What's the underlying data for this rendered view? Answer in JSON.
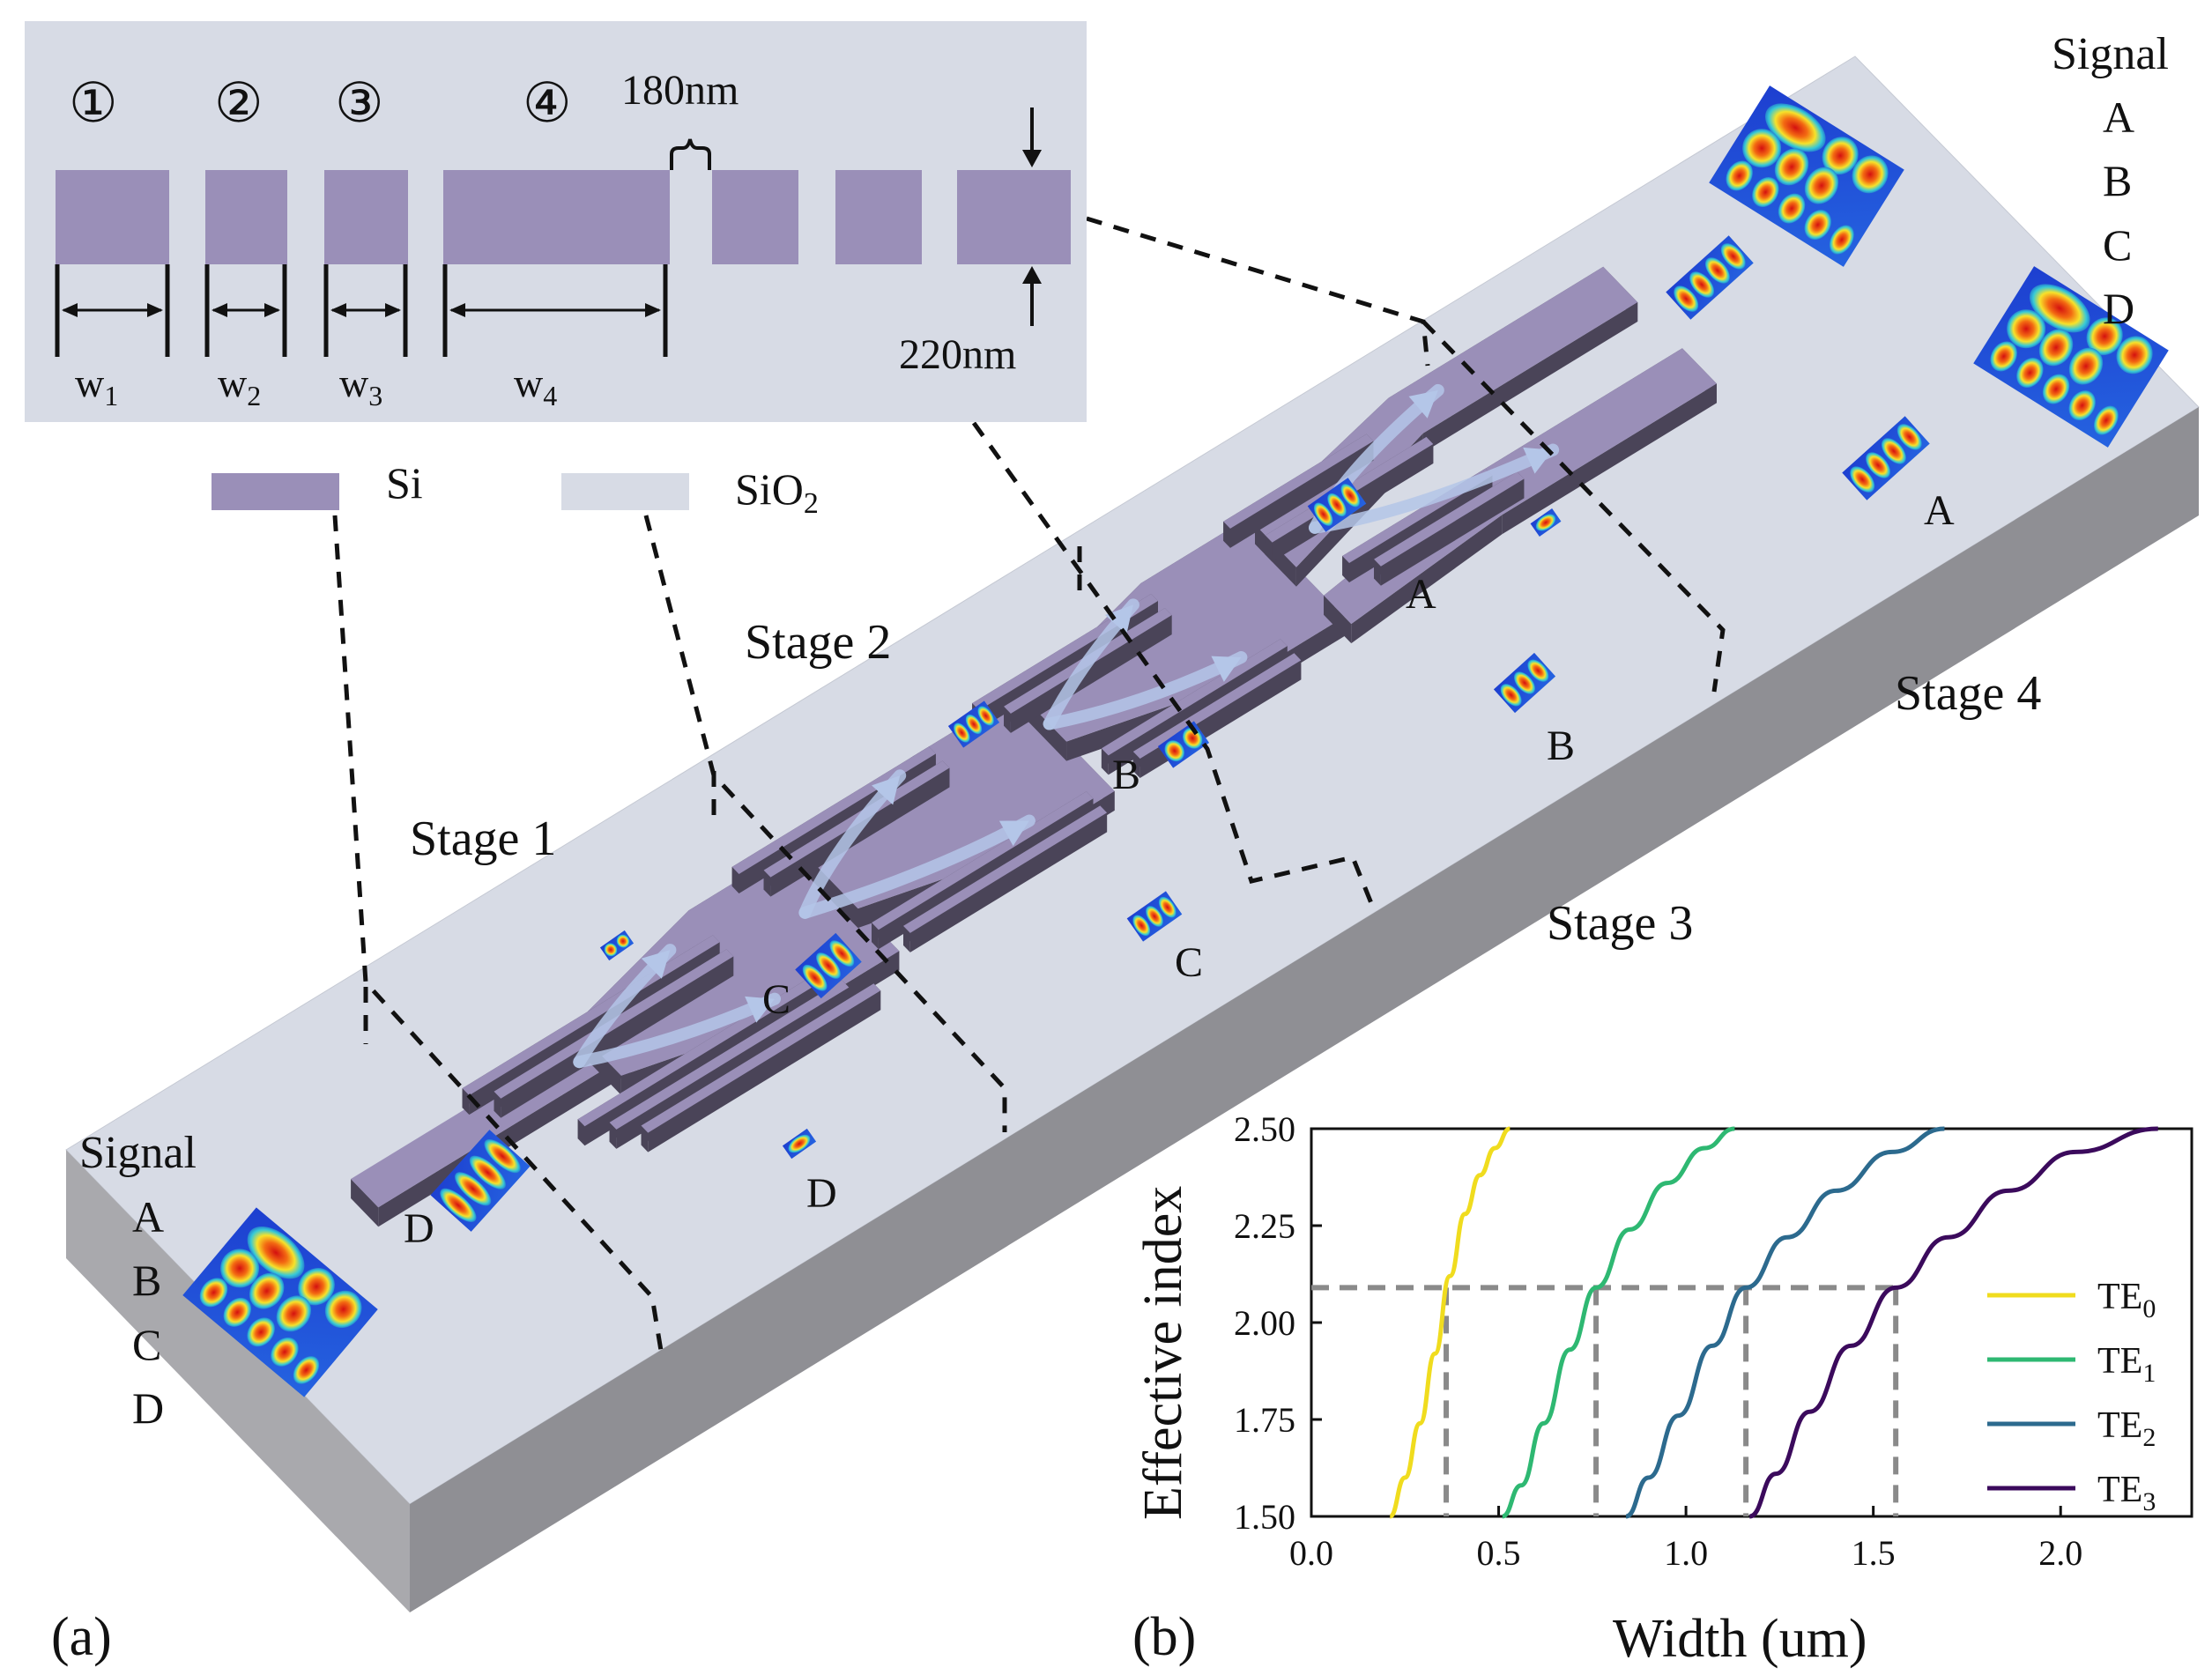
{
  "colors": {
    "silicon": "#9a8fb8",
    "silicon_dark": "#4a4458",
    "oxide": "#d7dbe5",
    "oxide_side": "#a9a9ad",
    "inset_bg": "#d7dbe5",
    "arrow": "#b4c6e8",
    "te0": "#f0dc1e",
    "te1": "#2eb872",
    "te2": "#2c6a8e",
    "te3": "#3b0a5c",
    "dash": "#8a8a8a"
  },
  "inset": {
    "mode_numbers": [
      "①",
      "②",
      "③",
      "④"
    ],
    "gap_label": "180nm",
    "height_label": "220nm",
    "widths": [
      {
        "base": "w",
        "sub": "1"
      },
      {
        "base": "w",
        "sub": "2"
      },
      {
        "base": "w",
        "sub": "3"
      },
      {
        "base": "w",
        "sub": "4"
      }
    ]
  },
  "legend": {
    "si_label": "Si",
    "sio2_base": "SiO",
    "sio2_sub": "2"
  },
  "signals_right": {
    "title": "Signal",
    "items": [
      "A",
      "B",
      "C",
      "D"
    ]
  },
  "signals_left": {
    "title": "Signal",
    "items": [
      "A",
      "B",
      "C",
      "D"
    ]
  },
  "stages": [
    "Stage 1",
    "Stage 2",
    "Stage 3",
    "Stage 4"
  ],
  "port_labels": {
    "input": "D",
    "s1_out": "D",
    "s1_c": "C",
    "s2_out": "C",
    "s2_b": "B",
    "s3_out": "B",
    "s3_a": "A",
    "s4_out": "A"
  },
  "panel_labels": [
    "(a)",
    "(b)"
  ],
  "chart_data": {
    "type": "line",
    "xlabel": "Width (um)",
    "ylabel": "Effective index",
    "xlim": [
      0.0,
      2.35
    ],
    "ylim": [
      1.5,
      2.5
    ],
    "xticks": [
      "0.0",
      "0.5",
      "1.0",
      "1.5",
      "2.0"
    ],
    "xtick_values": [
      0.0,
      0.5,
      1.0,
      1.5,
      2.0
    ],
    "yticks": [
      "1.50",
      "1.75",
      "2.00",
      "2.25",
      "2.50"
    ],
    "ytick_values": [
      1.5,
      1.75,
      2.0,
      2.25,
      2.5
    ],
    "legend_position": "bottom-right",
    "grid": false,
    "series": [
      {
        "name": "TE",
        "sub": "0",
        "color": "#f0dc1e",
        "x": [
          0.21,
          0.25,
          0.29,
          0.33,
          0.37,
          0.41,
          0.45,
          0.49,
          0.53
        ],
        "y": [
          1.5,
          1.6,
          1.74,
          1.92,
          2.12,
          2.28,
          2.38,
          2.45,
          2.5
        ]
      },
      {
        "name": "TE",
        "sub": "1",
        "color": "#2eb872",
        "x": [
          0.51,
          0.56,
          0.62,
          0.69,
          0.76,
          0.85,
          0.95,
          1.05,
          1.13
        ],
        "y": [
          1.5,
          1.58,
          1.74,
          1.93,
          2.09,
          2.24,
          2.36,
          2.45,
          2.5
        ]
      },
      {
        "name": "TE",
        "sub": "2",
        "color": "#2c6a8e",
        "x": [
          0.84,
          0.9,
          0.98,
          1.07,
          1.16,
          1.27,
          1.4,
          1.55,
          1.69
        ],
        "y": [
          1.5,
          1.6,
          1.76,
          1.94,
          2.09,
          2.22,
          2.34,
          2.44,
          2.5
        ]
      },
      {
        "name": "TE",
        "sub": "3",
        "color": "#3b0a5c",
        "x": [
          1.17,
          1.24,
          1.33,
          1.44,
          1.56,
          1.7,
          1.86,
          2.04,
          2.26
        ],
        "y": [
          1.5,
          1.61,
          1.77,
          1.94,
          2.09,
          2.22,
          2.34,
          2.44,
          2.5
        ]
      }
    ],
    "reference_neff": 2.09,
    "reference_widths": [
      0.36,
      0.76,
      1.16,
      1.56
    ]
  }
}
